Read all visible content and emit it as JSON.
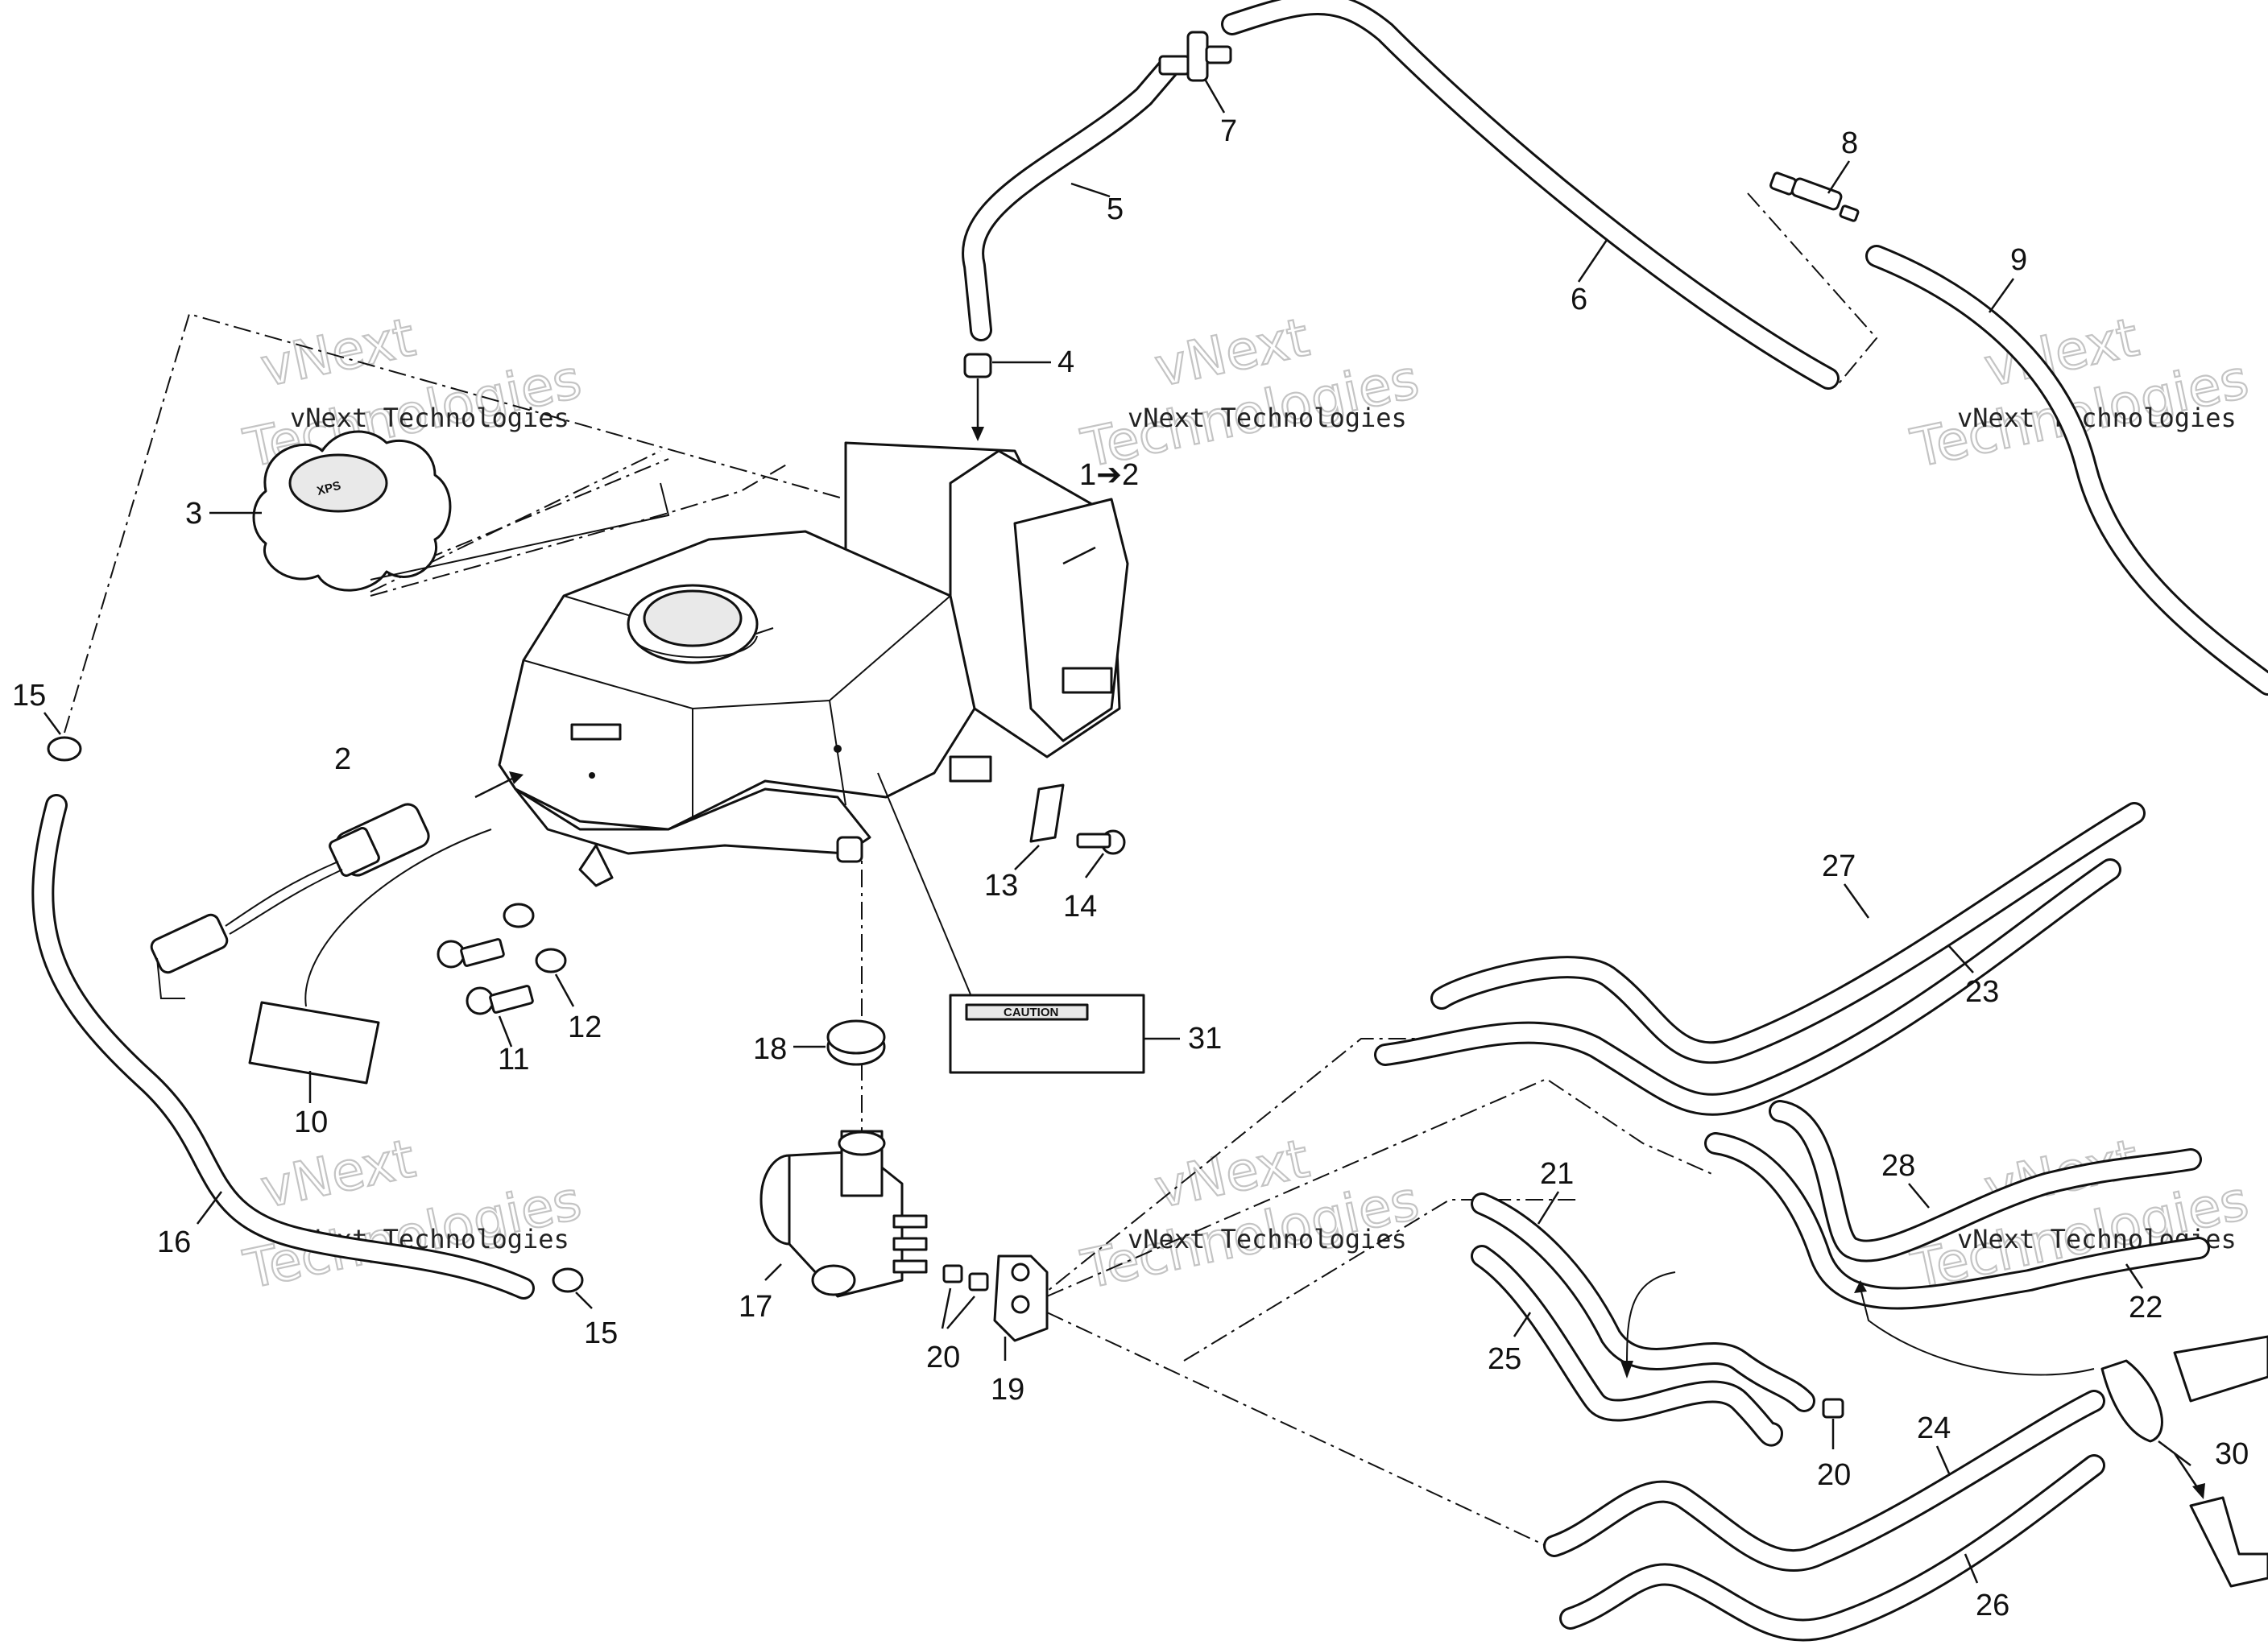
{
  "diagram": {
    "callouts": {
      "c1_2": "1➔2",
      "c2": "2",
      "c3": "3",
      "c4": "4",
      "c5": "5",
      "c6": "6",
      "c7": "7",
      "c8": "8",
      "c9": "9",
      "c10": "10",
      "c11": "11",
      "c12": "12",
      "c13": "13",
      "c14": "14",
      "c15a": "15",
      "c15b": "15",
      "c16": "16",
      "c17": "17",
      "c18": "18",
      "c19": "19",
      "c20a": "20",
      "c20b": "20",
      "c21": "21",
      "c22": "22",
      "c23": "23",
      "c24": "24",
      "c25": "25",
      "c26": "26",
      "c27": "27",
      "c28": "28",
      "c30": "30",
      "c31": "31"
    },
    "watermark": {
      "small_text": "vNext Technologies",
      "large_line1": "vNext",
      "large_line2": "Technologies"
    },
    "labels": {
      "caution_label": "CAUTION",
      "cap_logo": "XPS"
    }
  }
}
